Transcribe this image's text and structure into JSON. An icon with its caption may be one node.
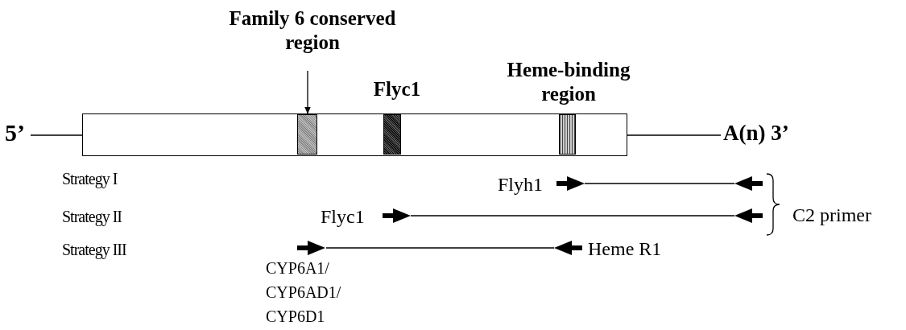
{
  "diagram": {
    "nodes": [
      {
        "text": [
          "Family 6 conserved region"
        ]
      },
      {
        "text": [],
        "shape": "bar"
      },
      {
        "text": [],
        "shape": "box",
        "in": 1
      },
      {
        "text": [],
        "shape": "box",
        "in": 1
      },
      {
        "text": [],
        "shape": "box",
        "in": 1
      }
    ],
    "edges": [
      {
        "from": 0,
        "to": 2,
        "arrow": "to"
      }
    ],
    "labels": [
      "Flyc1",
      "Heme-binding region",
      "5’",
      "A(n) 3’",
      "Strategy I",
      "Flyh1",
      "Strategy II",
      "Flyc1",
      "C2 primer",
      "Strategy III",
      "Heme R1",
      "CYP6A1/ CYP6AD1/ CYP6D1"
    ]
  }
}
